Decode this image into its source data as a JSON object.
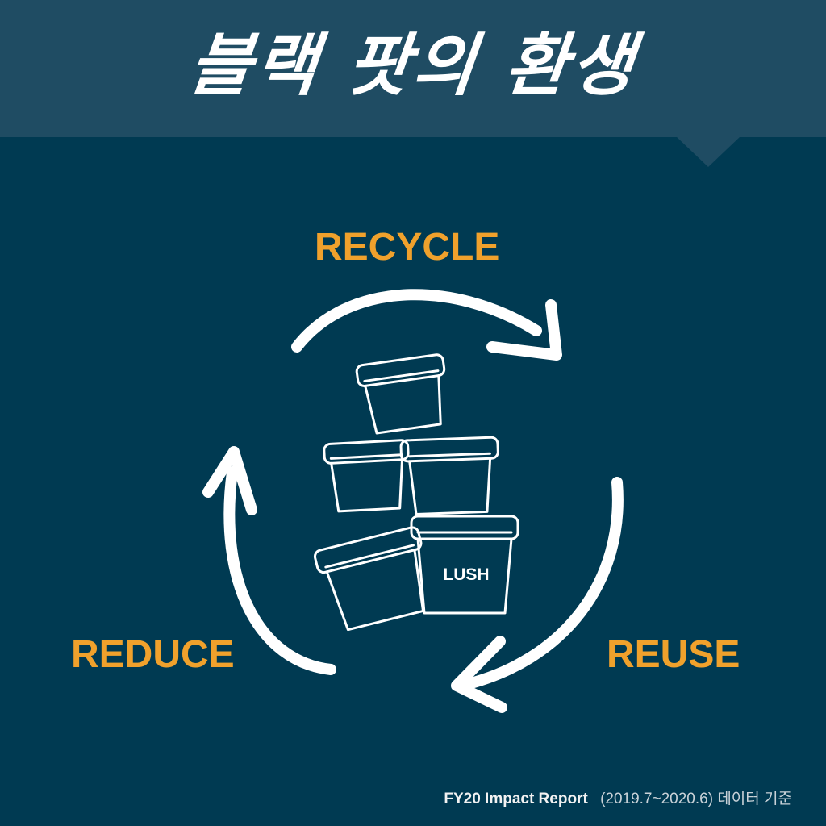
{
  "title": "블랙 팟의 환생",
  "labels": {
    "recycle": "RECYCLE",
    "reduce": "REDUCE",
    "reuse": "REUSE"
  },
  "pot_brand": "LUSH",
  "footer": {
    "report": "FY20 Impact Report",
    "period": "(2019.7~2020.6) 데이터 기준"
  },
  "colors": {
    "background": "#003a52",
    "header": "#1f4c63",
    "accent": "#f0a12c",
    "line": "#ffffff"
  },
  "icons": [
    "recycle-arrow-icon",
    "black-pot-icon"
  ]
}
